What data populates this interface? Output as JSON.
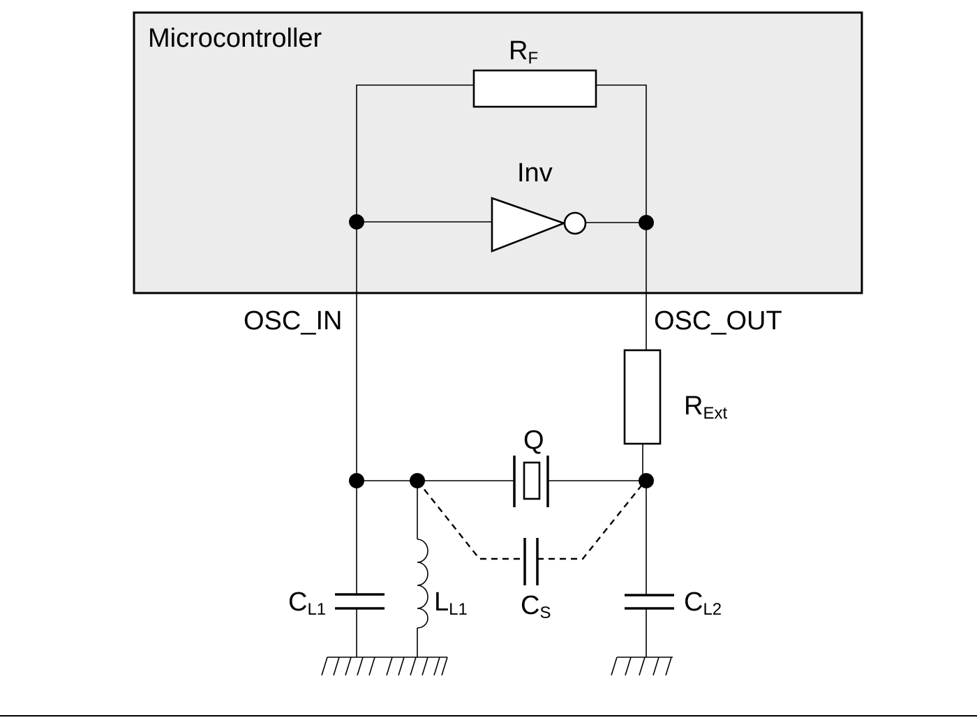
{
  "block": {
    "title": "Microcontroller",
    "fill": "#ececec"
  },
  "labels": {
    "rf": {
      "main": "R",
      "sub": "F"
    },
    "inv": "Inv",
    "osc_in": "OSC_IN",
    "osc_out": "OSC_OUT",
    "rext": {
      "main": "R",
      "sub": "Ext"
    },
    "q": "Q",
    "cs": {
      "main": "C",
      "sub": "S"
    },
    "cl1": {
      "main": "C",
      "sub": "L1"
    },
    "ll1": {
      "main": "L",
      "sub": "L1"
    },
    "cl2": {
      "main": "C",
      "sub": "L2"
    }
  }
}
